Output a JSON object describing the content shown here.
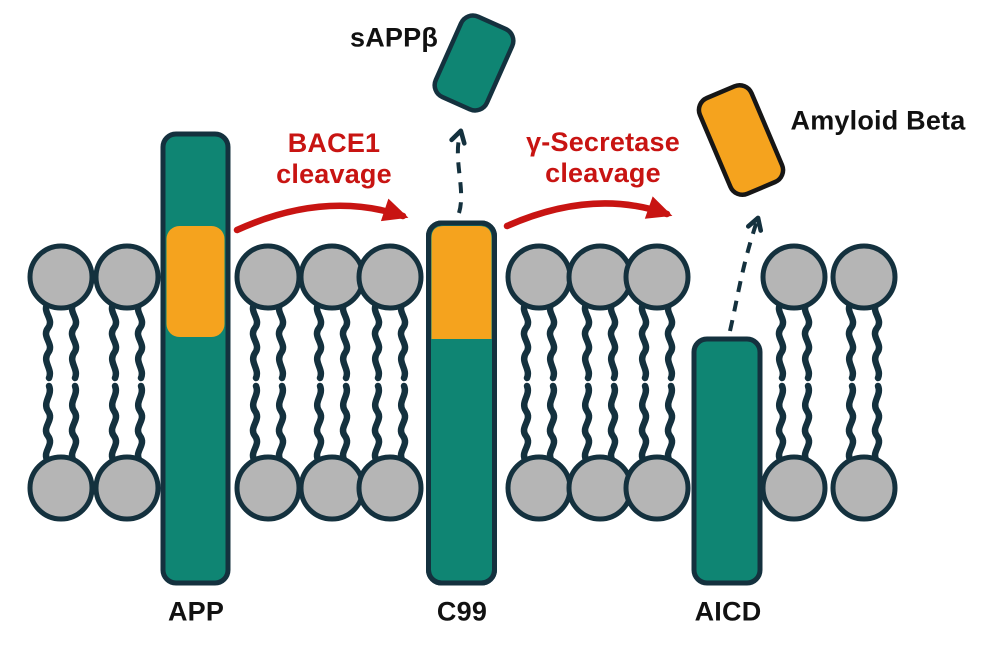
{
  "figure": {
    "labels": {
      "app": "APP",
      "c99": "C99",
      "aicd": "AICD",
      "sappb": "sAPPβ",
      "amyloid_beta": "Amyloid Beta"
    },
    "steps": {
      "bace1": {
        "line1": "BACE1",
        "line2": "cleavage"
      },
      "gamma": {
        "line1": "γ-Secretase",
        "line2": "cleavage"
      }
    },
    "colors": {
      "teal": "#0F8573",
      "orange": "#F5A31E",
      "outline": "#14313E",
      "lipid_gray": "#B5B5B5",
      "arrow_red": "#C81412",
      "amyloid_outline": "#161616",
      "text_black": "#111111",
      "background": "#FFFFFF"
    },
    "membrane": {
      "lipid_columns": 10,
      "leaflets": 2,
      "tails_per_lipid": 2
    }
  }
}
